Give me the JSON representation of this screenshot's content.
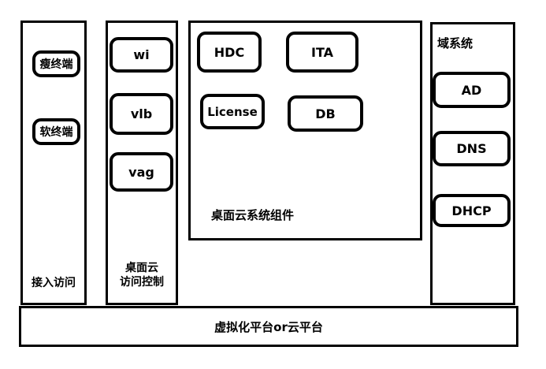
{
  "access": {
    "title": "接入访问",
    "items": [
      "瘦终端",
      "软终端"
    ]
  },
  "access_control": {
    "title_line1": "桌面云",
    "title_line2": "访问控制",
    "items": [
      "wi",
      "vlb",
      "vag"
    ]
  },
  "components": {
    "title": "桌面云系统组件",
    "items": [
      "HDC",
      "ITA",
      "License",
      "DB"
    ]
  },
  "domain": {
    "title": "域系统",
    "items": [
      "AD",
      "DNS",
      "DHCP"
    ]
  },
  "platform": {
    "title": "虚拟化平台or云平台"
  }
}
